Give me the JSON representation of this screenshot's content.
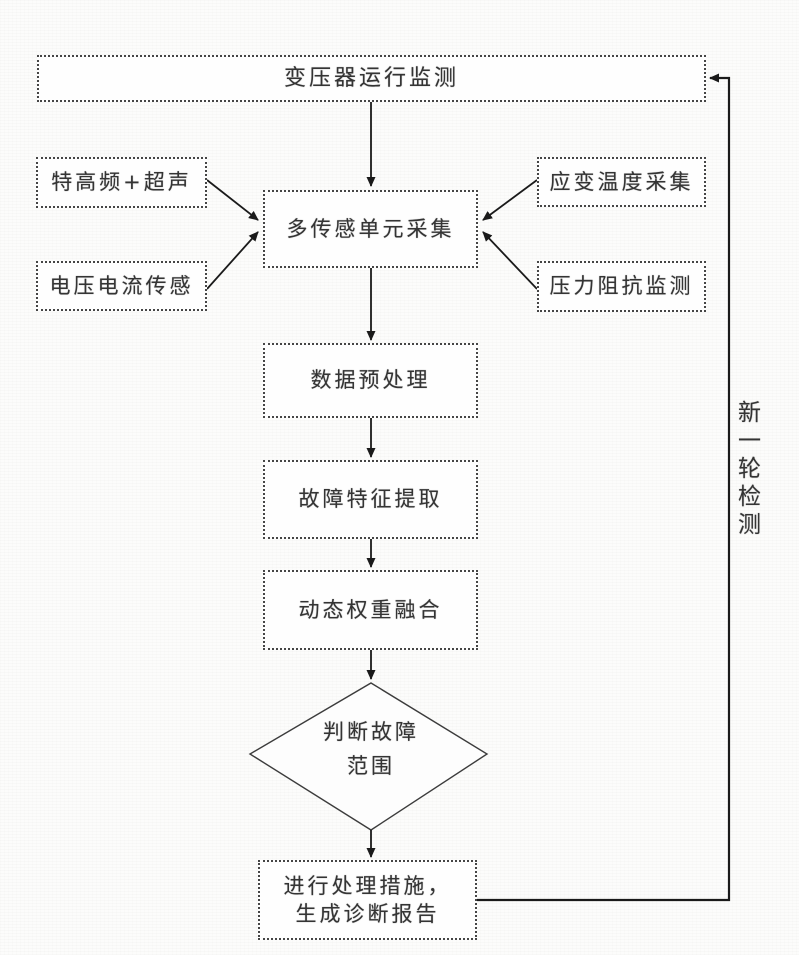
{
  "diagram": {
    "nodes": {
      "monitor": {
        "label": "变压器运行监测"
      },
      "uhf_ultrasonic": {
        "label": "特高频+超声"
      },
      "voltage_current": {
        "label": "电压电流传感"
      },
      "multi_sensor": {
        "label": "多传感单元采集"
      },
      "strain_temp": {
        "label": "应变温度采集"
      },
      "pressure_impedance": {
        "label": "压力阻抗监测"
      },
      "preprocess": {
        "label": "数据预处理"
      },
      "feature_extract": {
        "label": "故障特征提取"
      },
      "weight_fusion": {
        "label": "动态权重融合"
      },
      "decision": {
        "label": "判断故障范围"
      },
      "report": {
        "label": "进行处理措施，生成诊断报告"
      }
    },
    "feedback": {
      "label": "新一轮检测"
    },
    "line_color": "#1a1a1a",
    "border_color": "#454545"
  }
}
